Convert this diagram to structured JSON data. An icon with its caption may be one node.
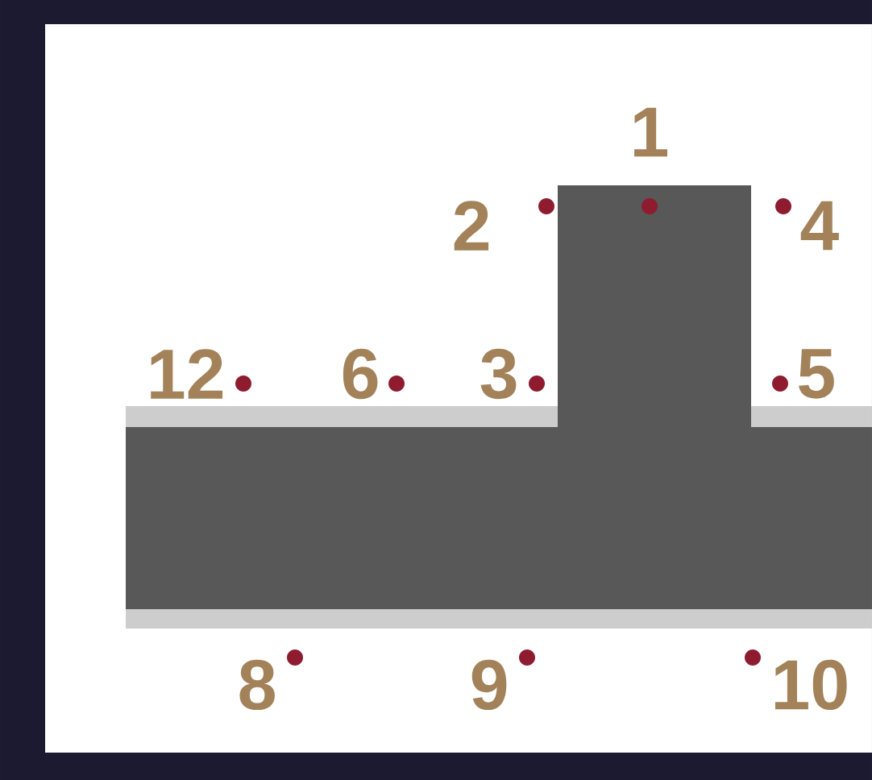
{
  "diagram": {
    "labels": [
      "1",
      "2",
      "4",
      "12",
      "6",
      "3",
      "5",
      "8",
      "9",
      "10"
    ]
  }
}
